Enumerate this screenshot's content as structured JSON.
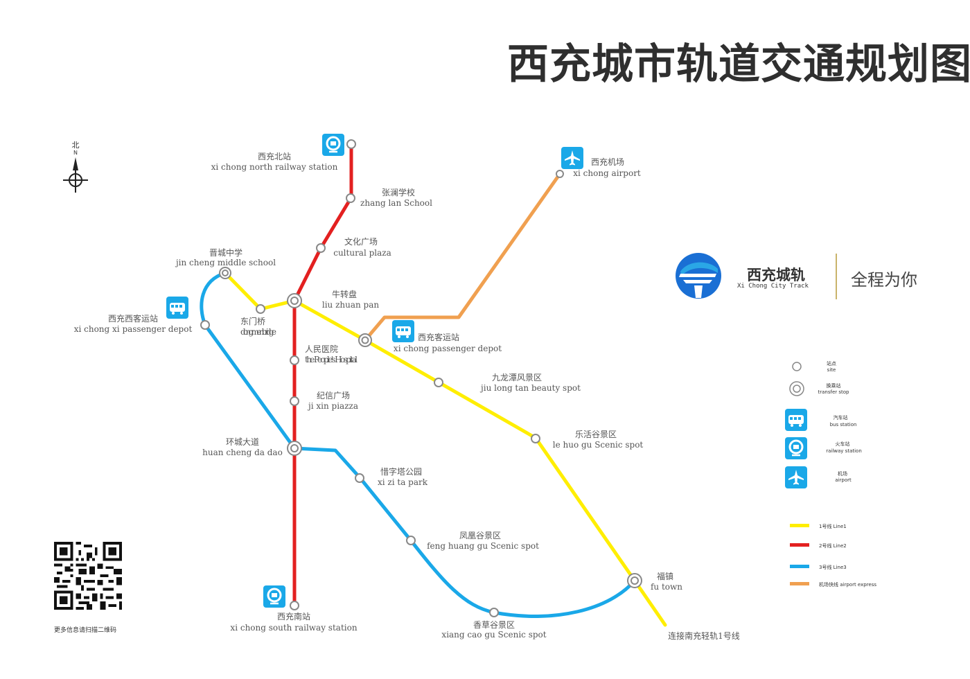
{
  "title": "西充城市轨道交通规划图",
  "compass": {
    "label_cn": "北",
    "label_en": "N"
  },
  "brand": {
    "name": "西充城轨",
    "name_en": "Xi Chong City Track",
    "slogan": "全程为你",
    "colors": [
      "#1a6fd4",
      "#2aa7e6"
    ]
  },
  "qr_caption": "更多信息请扫描二维码",
  "line_colors": {
    "line1": "#ffee00",
    "line2": "#e32020",
    "line3": "#1aa8e8",
    "airport": "#f0a050"
  },
  "stations": [
    {
      "id": "north-railway",
      "cn": "西充北站",
      "en": "xi chong north railway station"
    },
    {
      "id": "zhanglan",
      "cn": "张澜学校",
      "en": "zhang lan School"
    },
    {
      "id": "cultural",
      "cn": "文化广场",
      "en": "cultural plaza"
    },
    {
      "id": "niuzhuanpan",
      "cn": "牛转盘",
      "en": "liu zhuan pan"
    },
    {
      "id": "peoples-hospital",
      "cn": "人民医院",
      "en": "the People's Hospital"
    },
    {
      "id": "jixin",
      "cn": "纪信广场",
      "en": "ji xin piazza"
    },
    {
      "id": "huancheng",
      "cn": "环城大道",
      "en": "huan cheng da dao"
    },
    {
      "id": "south-railway",
      "cn": "西充南站",
      "en": "xi chong south railway station"
    },
    {
      "id": "jincheng",
      "cn": "晋城中学",
      "en": "jin cheng middle school"
    },
    {
      "id": "dongmen",
      "cn": "东门桥",
      "en": "dong men bridge"
    },
    {
      "id": "west-depot",
      "cn": "西充西客运站",
      "en": "xi chong xi passenger depot"
    },
    {
      "id": "passenger-depot",
      "cn": "西充客运站",
      "en": "xi chong passenger depot"
    },
    {
      "id": "jiulongtan",
      "cn": "九龙潭风景区",
      "en": "jiu long tan beauty spot"
    },
    {
      "id": "lehuogu",
      "cn": "乐活谷景区",
      "en": "le huo gu Scenic spot"
    },
    {
      "id": "futown",
      "cn": "福镇",
      "en": "fu town"
    },
    {
      "id": "xizita",
      "cn": "惜字塔公园",
      "en": "xi zi ta park"
    },
    {
      "id": "fenghuanggu",
      "cn": "凤凰谷景区",
      "en": "feng huang gu Scenic spot"
    },
    {
      "id": "xiangcaogu",
      "cn": "香草谷景区",
      "en": "xiang cao gu Scenic spot"
    },
    {
      "id": "airport",
      "cn": "西充机场",
      "en": "xi chong airport"
    }
  ],
  "connector_note": "连接南充轻轨1号线",
  "legend": {
    "symbols": [
      {
        "cn": "站点",
        "en": "site",
        "icon": "site-icon"
      },
      {
        "cn": "换乘站",
        "en": "transfer stop",
        "icon": "transfer-icon"
      },
      {
        "cn": "汽车站",
        "en": "bus station",
        "icon": "bus-icon"
      },
      {
        "cn": "火车站",
        "en": "railway station",
        "icon": "train-icon"
      },
      {
        "cn": "机场",
        "en": "airport",
        "icon": "airplane-icon"
      }
    ],
    "lines": [
      {
        "label": "1号线  Line1",
        "color": "#ffee00"
      },
      {
        "label": "2号线 Line2",
        "color": "#e32020"
      },
      {
        "label": "3号线 Line3",
        "color": "#1aa8e8"
      },
      {
        "label": "机场快线 airport express",
        "color": "#f0a050"
      }
    ]
  }
}
